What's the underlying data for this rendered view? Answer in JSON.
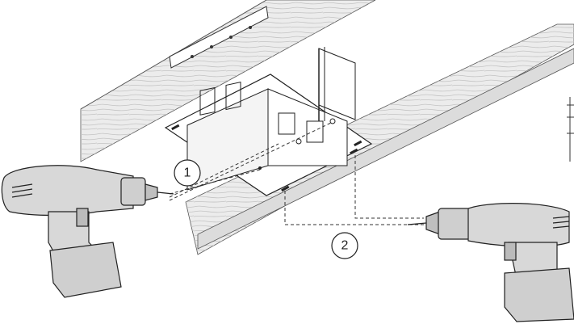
{
  "diagram": {
    "steps": [
      {
        "label": "1"
      },
      {
        "label": "2"
      }
    ]
  },
  "colors": {
    "joist_fill": "#e7e7e7",
    "wood_grain": "#bdbdbd",
    "outline": "#333333",
    "bracket_fill": "#ffffff",
    "drill_body": "#d6d6d6",
    "drill_dark": "#b0b0b0",
    "leader_line": "#333333"
  },
  "icons": [
    "left-drill-icon",
    "right-drill-icon",
    "mounting-bracket-icon",
    "ceiling-joist",
    "wall-anchor"
  ]
}
